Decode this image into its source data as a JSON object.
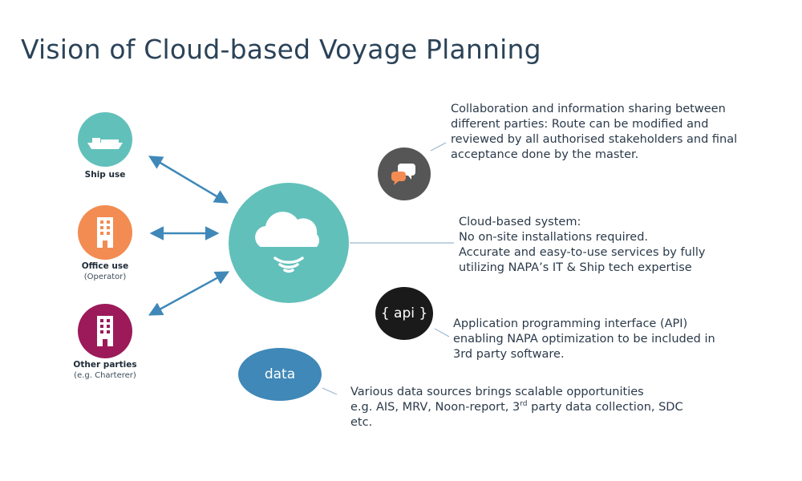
{
  "title": "Vision of Cloud-based Voyage Planning",
  "stakeholders": [
    {
      "label": "Ship use",
      "sub": ""
    },
    {
      "label": "Office use",
      "sub": "(Operator)"
    },
    {
      "label": "Other parties",
      "sub": "(e.g. Charterer)"
    }
  ],
  "features": {
    "collaboration": {
      "lines": [
        "Collaboration and information sharing between",
        "different parties: Route can be modified and",
        "reviewed by all authorised stakeholders and final",
        "acceptance done by the master."
      ]
    },
    "cloud": {
      "lines": [
        "Cloud-based system:",
        "No on-site installations required.",
        "Accurate and easy-to-use services by fully",
        "utilizing NAPA’s IT & Ship tech expertise"
      ]
    },
    "api": {
      "icon_text": "{ api }",
      "lines": [
        "Application programming interface (API)",
        "enabling NAPA optimization to be included in",
        "3rd party software."
      ]
    },
    "data": {
      "icon_text": "data",
      "line1": "Various data sources brings scalable opportunities",
      "line2_a": "e.g. AIS, MRV, Noon-report, 3",
      "line2_sup": "rd",
      "line2_b": " party data collection, SDC",
      "line3": "etc."
    }
  },
  "colors": {
    "teal": "#62c0ba",
    "orange": "#f28c52",
    "magenta": "#9c1a5a",
    "dark_grey": "#565656",
    "black": "#1a1a1a",
    "blue": "#3f88b8",
    "arrow": "#3f88b8"
  },
  "icons": [
    "ship-icon",
    "office-building-icon",
    "other-building-icon",
    "cloud-wifi-icon",
    "chat-bubbles-icon"
  ]
}
